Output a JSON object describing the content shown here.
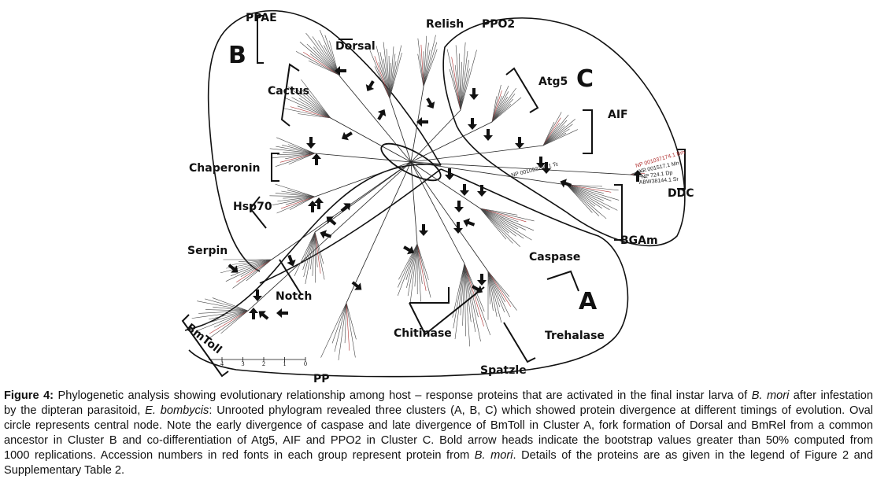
{
  "figure": {
    "clusters": [
      "A",
      "B",
      "C"
    ],
    "clades": {
      "ppae": "PPAE",
      "dorsal": "Dorsal",
      "relish": "Relish",
      "ppo2": "PPO2",
      "atg5": "Atg5",
      "aif": "AIF",
      "ddc": "DDC",
      "bgam": "BGAm",
      "caspase": "Caspase",
      "trehalase": "Trehalase",
      "spatzle": "Spatzle",
      "chitinase": "Chitinase",
      "pp": "PP",
      "bmtoll": "BmToll",
      "notch": "Notch",
      "serpin": "Serpin",
      "hsp70": "Hsp70",
      "chaperonin": "Chaperonin",
      "cactus": "Cactus"
    },
    "leaves": {
      "tc": "NP 001092298.1 Tc",
      "ddc_bm": "NP 001037174.1 Bm",
      "ddc_mn": "XP 001517.1 Mn",
      "ddc_dp": "NP 724.1 Dp",
      "ddc_sr": "ABW38144.1 Sr"
    },
    "scale_bar": {
      "ticks": [
        "4",
        "3",
        "2",
        "1",
        "0"
      ]
    },
    "colors": {
      "ink": "#111111",
      "bmori_accession": "#b03030"
    }
  },
  "caption": {
    "lines": [
      [
        {
          "t": "Figure 4:",
          "s": "b"
        },
        {
          "t": " Phylogenetic analysis showing evolutionary relationship among host – response proteins that are activated in the final instar larva of "
        },
        {
          "t": "B. mori",
          "s": "i"
        },
        {
          "t": " after infestation"
        }
      ],
      [
        {
          "t": "by the dipteran parasitoid, "
        },
        {
          "t": "E. bombycis",
          "s": "i"
        },
        {
          "t": ": Unrooted phylogram revealed three clusters (A, B, C) which showed protein divergence at different timings of evolution. Oval"
        }
      ],
      [
        {
          "t": "circle represents central node. Note the early divergence of caspase and late divergence of BmToll in Cluster A, fork formation of Dorsal and BmRel from a common"
        }
      ],
      [
        {
          "t": "ancestor in Cluster B and co-differentiation of Atg5, AIF and PPO2 in Cluster C. Bold arrow heads indicate the bootstrap values greater than 50% computed from"
        }
      ],
      [
        {
          "t": "1000 replications. Accession numbers in red fonts in each group represent protein from "
        },
        {
          "t": "B. mori",
          "s": "i"
        },
        {
          "t": ". Details of the proteins are as given in the legend of Figure 2 and"
        }
      ],
      [
        {
          "t": "Supplementary Table 2."
        }
      ]
    ]
  }
}
